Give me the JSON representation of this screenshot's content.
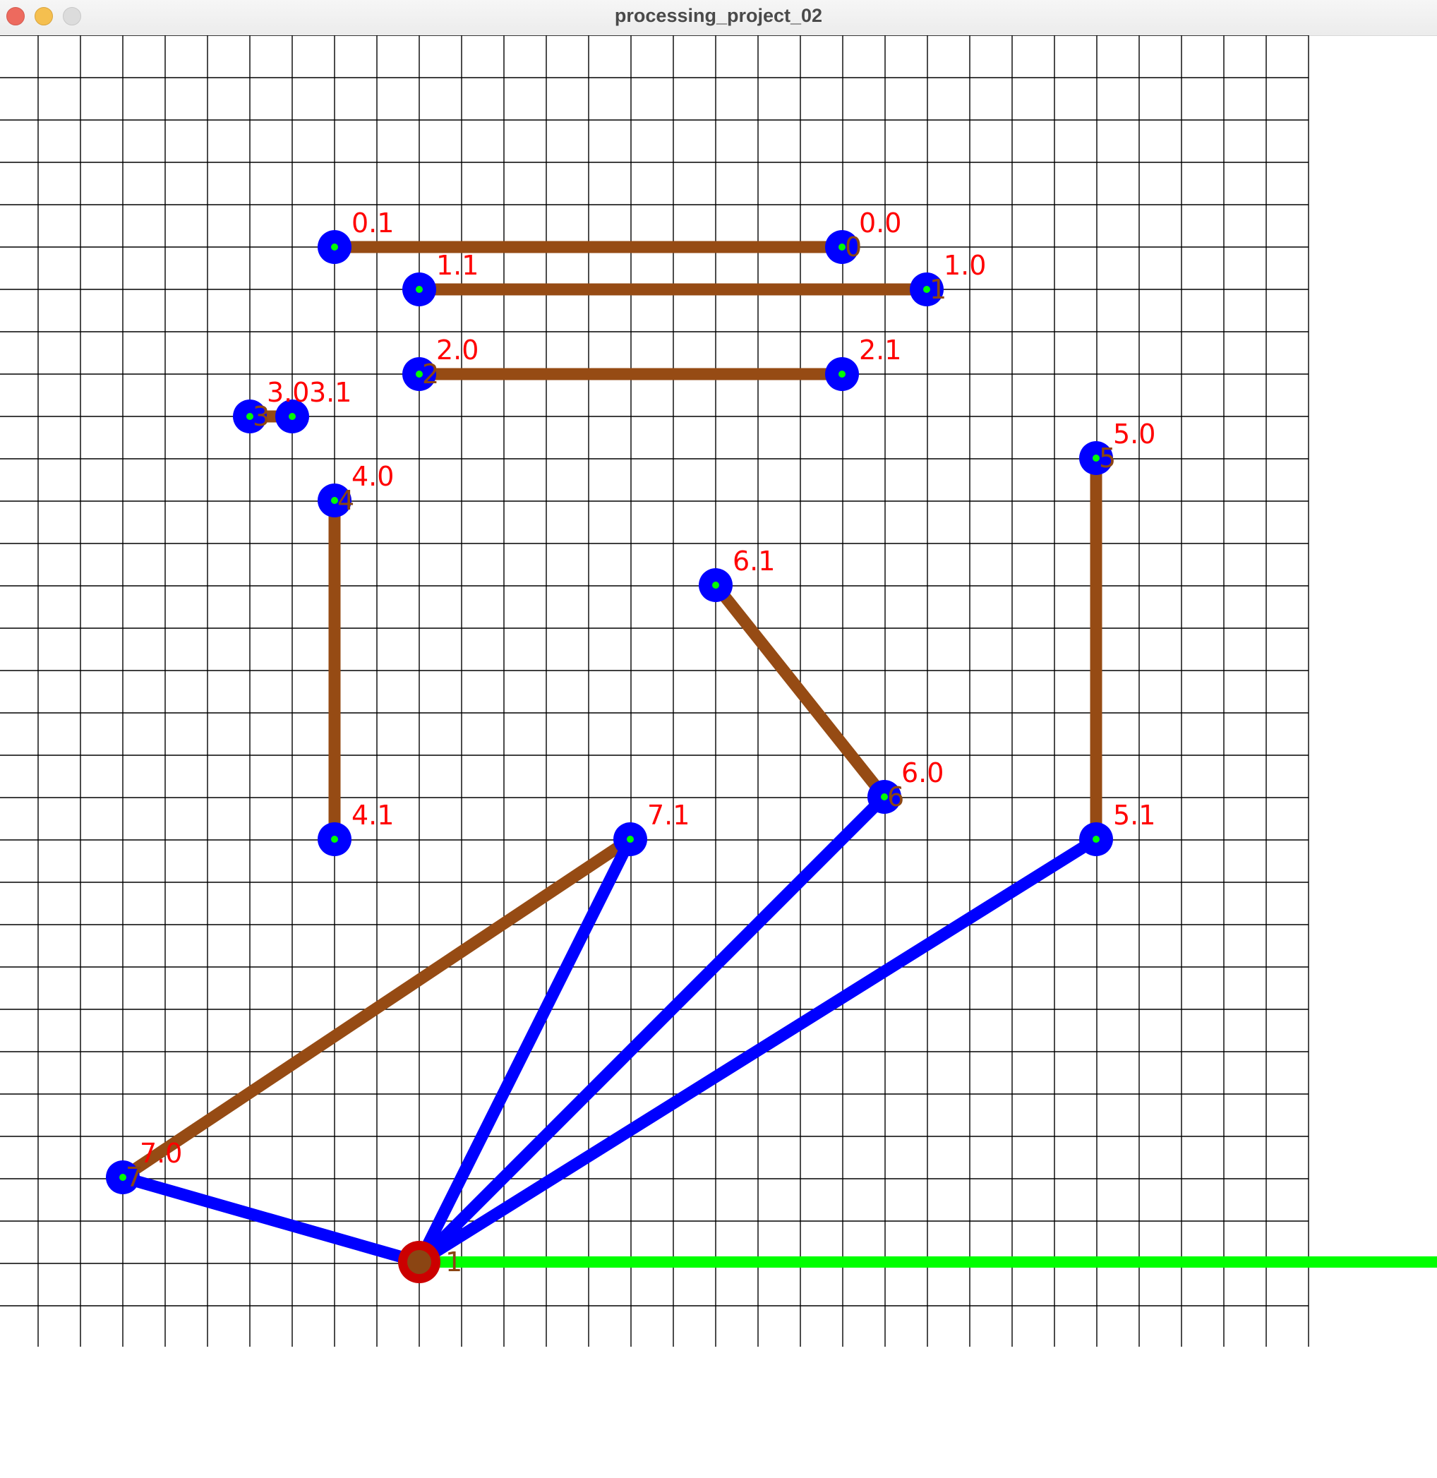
{
  "window": {
    "title": "processing_project_02"
  },
  "colors": {
    "grid": "#000000",
    "segment": "#964b14",
    "ray": "#0000ff",
    "node_fill": "#0000ff",
    "node_center": "#00ff00",
    "label": "#ff0000",
    "index_label": "#8b4513",
    "source_ring": "#cc0000",
    "source_fill": "#8b4513",
    "horizon_line": "#00ff00"
  },
  "segments": [
    {
      "index": "0",
      "a": {
        "label": "0.0"
      },
      "b": {
        "label": "0.1"
      }
    },
    {
      "index": "1",
      "a": {
        "label": "1.0"
      },
      "b": {
        "label": "1.1"
      }
    },
    {
      "index": "2",
      "a": {
        "label": "2.0"
      },
      "b": {
        "label": "2.1"
      }
    },
    {
      "index": "3",
      "a": {
        "label": "3.0"
      },
      "b": {
        "label": "3.1"
      }
    },
    {
      "index": "4",
      "a": {
        "label": "4.0"
      },
      "b": {
        "label": "4.1"
      }
    },
    {
      "index": "5",
      "a": {
        "label": "5.0"
      },
      "b": {
        "label": "5.1"
      }
    },
    {
      "index": "6",
      "a": {
        "label": "6.0"
      },
      "b": {
        "label": "6.1"
      }
    },
    {
      "index": "7",
      "a": {
        "label": "7.0"
      },
      "b": {
        "label": "7.1"
      }
    }
  ],
  "source": {
    "label": "1"
  }
}
